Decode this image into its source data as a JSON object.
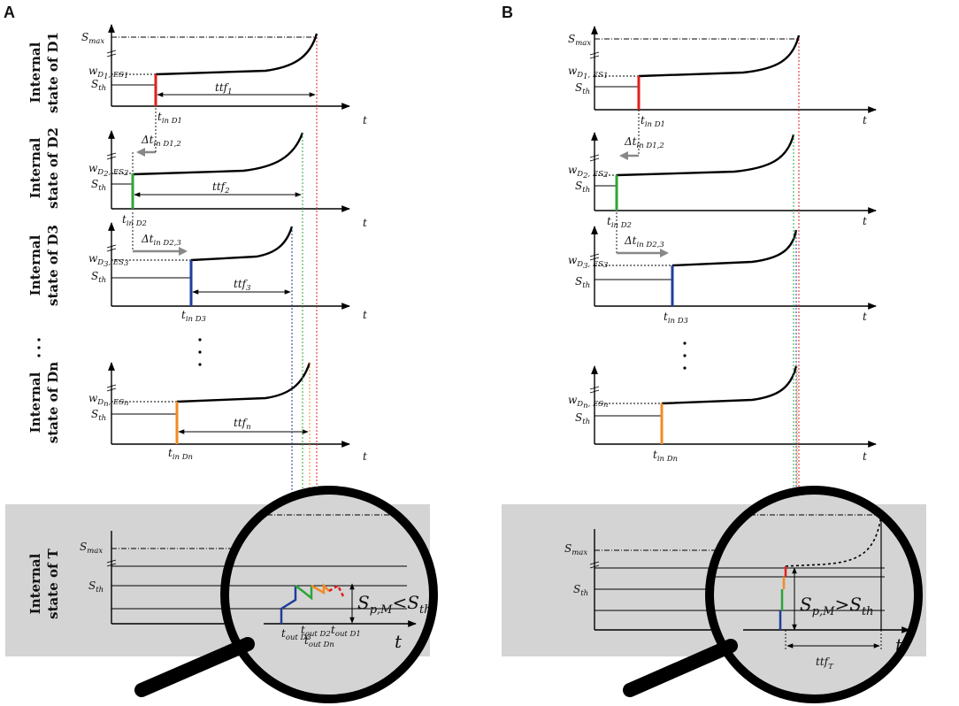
{
  "colors": {
    "d1": "#e0201c",
    "d2": "#2ea43a",
    "d3": "#1e3e9a",
    "dn": "#f28a24",
    "inset_bg": "#d4d4d4",
    "grey_arrow": "#888888"
  },
  "panels": {
    "a": {
      "letter": "A"
    },
    "b": {
      "letter": "B"
    }
  },
  "labels": {
    "internal": "Internal",
    "state_of_d": "state of D",
    "state_of": "state of",
    "idx_1": "1",
    "idx_2": "2",
    "idx_3": "3",
    "idx_n": "n",
    "t_letter": "T",
    "t": "t",
    "s": "S",
    "max": "max",
    "th": "th",
    "w": "w",
    "ttf": "ttf",
    "delta_tin": "Δt",
    "in_d": "in D",
    "in_cap_d": "in D",
    "pair_12": "1,2",
    "pair_23": "2,3",
    "t_in": "t",
    "es": ", ES",
    "d": "D",
    "out_d": "out D",
    "p_m": "p,M",
    "less": "<",
    "greater": ">",
    "ttf_t_sub": "T",
    "vdots": "·",
    "n_sub": "n"
  },
  "icons": [
    "magnifier-icon",
    "axis-break-icon"
  ]
}
